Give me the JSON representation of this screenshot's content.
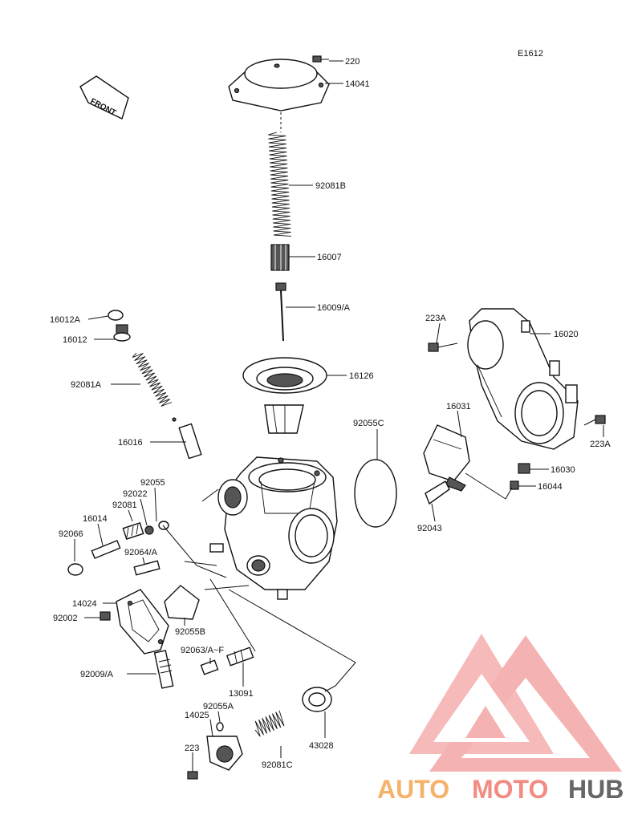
{
  "diagram": {
    "code": "E1612",
    "front_arrow_text": "FRONT",
    "callouts": [
      {
        "id": "p220",
        "text": "220"
      },
      {
        "id": "p14041",
        "text": "14041"
      },
      {
        "id": "p92081B",
        "text": "92081B"
      },
      {
        "id": "p16007",
        "text": "16007"
      },
      {
        "id": "p16009A",
        "text": "16009/A"
      },
      {
        "id": "p16012A",
        "text": "16012A"
      },
      {
        "id": "p16012",
        "text": "16012"
      },
      {
        "id": "p92081A",
        "text": "92081A"
      },
      {
        "id": "p16126",
        "text": "16126"
      },
      {
        "id": "p92055C",
        "text": "92055C"
      },
      {
        "id": "p16016",
        "text": "16016"
      },
      {
        "id": "p223A_top",
        "text": "223A"
      },
      {
        "id": "p16020",
        "text": "16020"
      },
      {
        "id": "p16031",
        "text": "16031"
      },
      {
        "id": "p223A_right",
        "text": "223A"
      },
      {
        "id": "p16030",
        "text": "16030"
      },
      {
        "id": "p16044",
        "text": "16044"
      },
      {
        "id": "p92043",
        "text": "92043"
      },
      {
        "id": "p92055",
        "text": "92055"
      },
      {
        "id": "p92022",
        "text": "92022"
      },
      {
        "id": "p92081",
        "text": "92081"
      },
      {
        "id": "p16014",
        "text": "16014"
      },
      {
        "id": "p92066",
        "text": "92066"
      },
      {
        "id": "p92064A",
        "text": "92064/A"
      },
      {
        "id": "p14024",
        "text": "14024"
      },
      {
        "id": "p92002",
        "text": "92002"
      },
      {
        "id": "p92055B",
        "text": "92055B"
      },
      {
        "id": "p92063AF",
        "text": "92063/A~F"
      },
      {
        "id": "p92009A",
        "text": "92009/A"
      },
      {
        "id": "p13091",
        "text": "13091"
      },
      {
        "id": "p92055A",
        "text": "92055A"
      },
      {
        "id": "p14025",
        "text": "14025"
      },
      {
        "id": "p223",
        "text": "223"
      },
      {
        "id": "p92081C",
        "text": "92081C"
      },
      {
        "id": "p43028",
        "text": "43028"
      }
    ]
  },
  "watermark": {
    "word_part1": "AUTO",
    "word_part2": "MOTO",
    "word_part3": "HUB",
    "colors": {
      "red": "#f28b82",
      "orange": "#f6b26b",
      "gray": "#666666",
      "logo": "#f4a5a5"
    }
  }
}
